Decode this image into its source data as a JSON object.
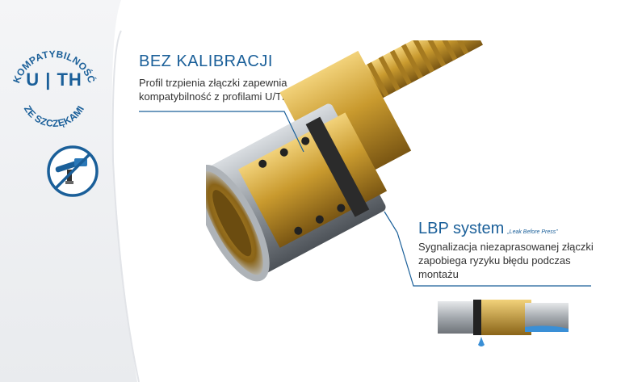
{
  "badge": {
    "top_text": "KOMPATYBILNOŚĆ",
    "center_text": "U | TH",
    "bottom_text": "ZE SZCZĘKAMI",
    "tool_icon": "press-tool-crossed-icon"
  },
  "feature1": {
    "title": "BEZ KALIBRACJI",
    "description": "Profil trzpienia złączki zapewnia kompatybilność z profilami U/TH,"
  },
  "feature2": {
    "title": "LBP system",
    "subtitle": "„Leak Before Press”",
    "description": "Sygnalizacja niezaprasowanej złączki zapobiega ryzyku błędu podczas montażu"
  },
  "colors": {
    "brand_blue": "#1a5f99",
    "brass": "#c9a23b",
    "steel": "#9aa0a6"
  }
}
